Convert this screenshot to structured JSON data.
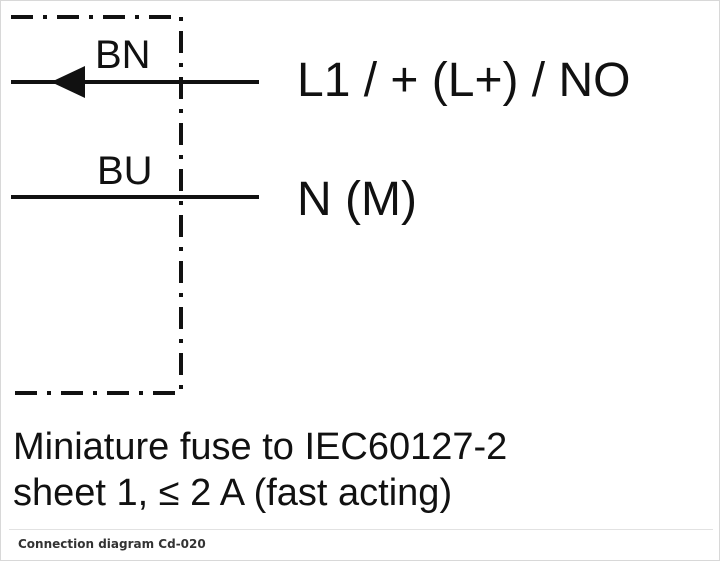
{
  "diagram": {
    "wires": [
      {
        "code": "BN",
        "connection": "L1 / + (L+) / NO"
      },
      {
        "code": "BU",
        "connection": "N (M)"
      }
    ],
    "note_lines": [
      "Miniature fuse to IEC60127-2",
      "sheet 1, ≤ 2 A (fast acting)"
    ]
  },
  "caption": "Connection diagram Cd-020"
}
